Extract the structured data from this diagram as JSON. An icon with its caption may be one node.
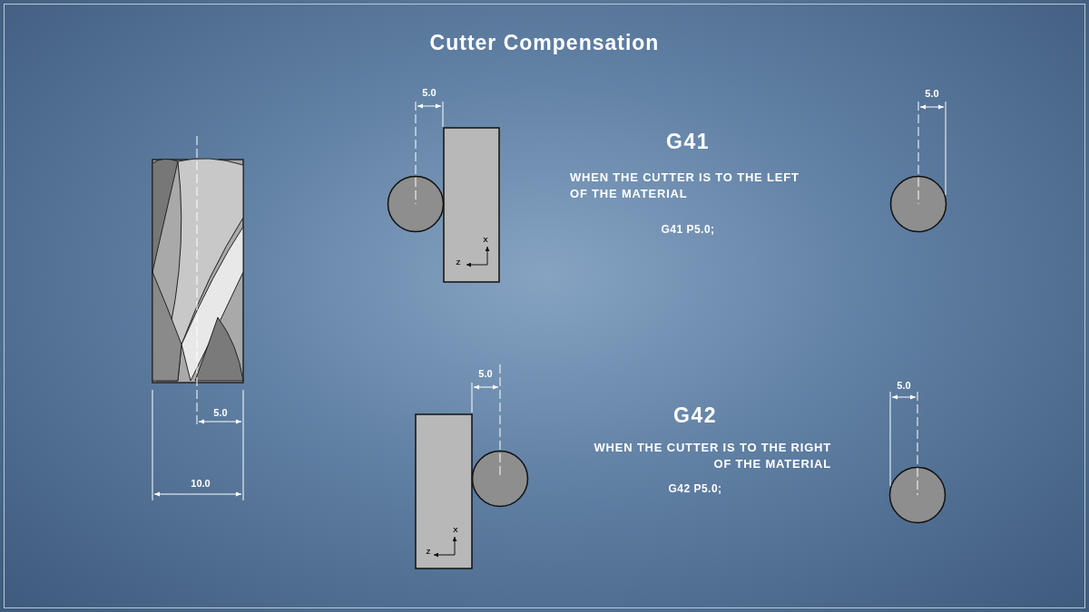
{
  "diagram": {
    "title": "Cutter Compensation",
    "labels": [
      "5.0",
      "5.0",
      "G41",
      "WHEN THE CUTTER IS TO THE LEFT OF THE MATERIAL",
      "G41 P5.0;",
      "X",
      "Z",
      "5.0",
      "5.0",
      "5.0",
      "G42",
      "WHEN THE CUTTER IS TO THE RIGHT OF THE MATERIAL",
      "10.0",
      "G42 P5.0;",
      "X",
      "Z"
    ]
  }
}
